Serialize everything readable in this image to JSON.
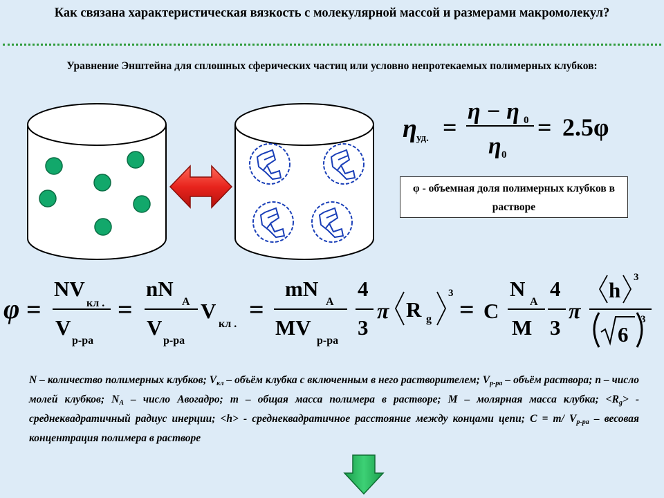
{
  "title": "Как связана характеристическая вязкость с  молекулярной массой и размерами макромолекул?",
  "subtitle": "Уравнение Энштейна для сплошных сферических частиц или условно непротекаемых полимерных клубков:",
  "einstein": {
    "lhs_sub": "уд.",
    "numerator": "η − η",
    "num_sub": "0",
    "denominator": "η",
    "den_sub": "0",
    "result": "2.5φ"
  },
  "note": "φ - объемная доля полимерных клубков в растворе",
  "formula": {
    "phi": "φ",
    "eq": "=",
    "nv": "NV",
    "kl_sub": "кл .",
    "v": "V",
    "rra_sub": "р-ра",
    "nn": "nN",
    "a_sub": "A",
    "vkl": "V",
    "kl2": "кл .",
    "mn": "mN",
    "mv": "MV",
    "four": "4",
    "three": "3",
    "pi": "π",
    "rg": "R",
    "g_sub": "g",
    "exp3": "3",
    "c": "C",
    "n": "N",
    "m": "M",
    "h": "h",
    "six": "6"
  },
  "legend": "N – количество полимерных клубков; V кл – объём клубка с включенным в него растворителем; V р-ра – объём раствора; n – число молей клубков; N A – число Авогадро; m – общая масса полимера в растворе; M – молярная масса клубка; <R g > - среднеквадратичный радиус инерции; <h> - среднеквадратичное расстояние между концами цепи; C = m/ V р-ра – весовая концентрация полимера в растворе",
  "legend_parts": {
    "p1": "N – количество полимерных клубков; V",
    "s1": "кл",
    "p2": " – объём клубка с включенным в него растворителем; V",
    "s2": "р-ра",
    "p3": " – объём раствора; n – число молей клубков; N",
    "s3": "A",
    "p4": " – число Авогадро; m – общая масса полимера в растворе; M – молярная масса клубка; <R",
    "s4": "g",
    "p5": "> - среднеквадратичный радиус инерции; <h> - среднеквадратичное расстояние между концами цепи; C = m/ V",
    "s5": "р-ра",
    "p6": " – весовая концентрация полимера в растворе"
  },
  "colors": {
    "background": "#ddebf7",
    "particle": "#12a86b",
    "coil": "#1a3fb8",
    "arrow_red": "#e8241d",
    "arrow_green": "#22b45a",
    "divider": "#2e9b3a"
  }
}
